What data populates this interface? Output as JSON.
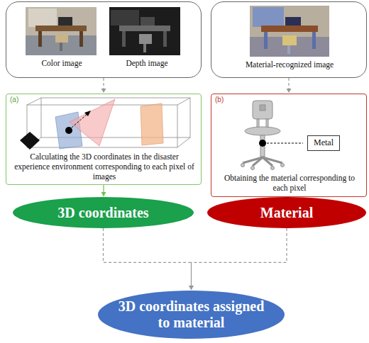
{
  "diagram": {
    "nodes": [
      {
        "text": [
          "Color image",
          "Depth image"
        ]
      },
      {
        "text": [
          "Material-recognized image"
        ]
      },
      {
        "text": [
          "(a)",
          "Calculating the 3D coordinates in the disaster experience environment corresponding to each pixel of images"
        ]
      },
      {
        "text": [
          "(b)",
          "Obtaining the material corresponding to each pixel"
        ]
      },
      {
        "text": [
          "Metal"
        ],
        "in": 3
      },
      {
        "text": [
          "3D coordinates"
        ]
      },
      {
        "text": [
          "Material"
        ]
      },
      {
        "text": [
          "3D coordinates assigned to material"
        ]
      }
    ],
    "edges": [
      {
        "from": 0,
        "to": 2,
        "arrow": "to"
      },
      {
        "from": 1,
        "to": 3,
        "arrow": "to"
      },
      {
        "from": 2,
        "to": 5,
        "arrow": "to"
      },
      {
        "from": 3,
        "to": 6,
        "arrow": "to"
      },
      {
        "from": 5,
        "to": 7,
        "arrow": "to"
      },
      {
        "from": 6,
        "to": 7,
        "arrow": "to"
      }
    ]
  }
}
